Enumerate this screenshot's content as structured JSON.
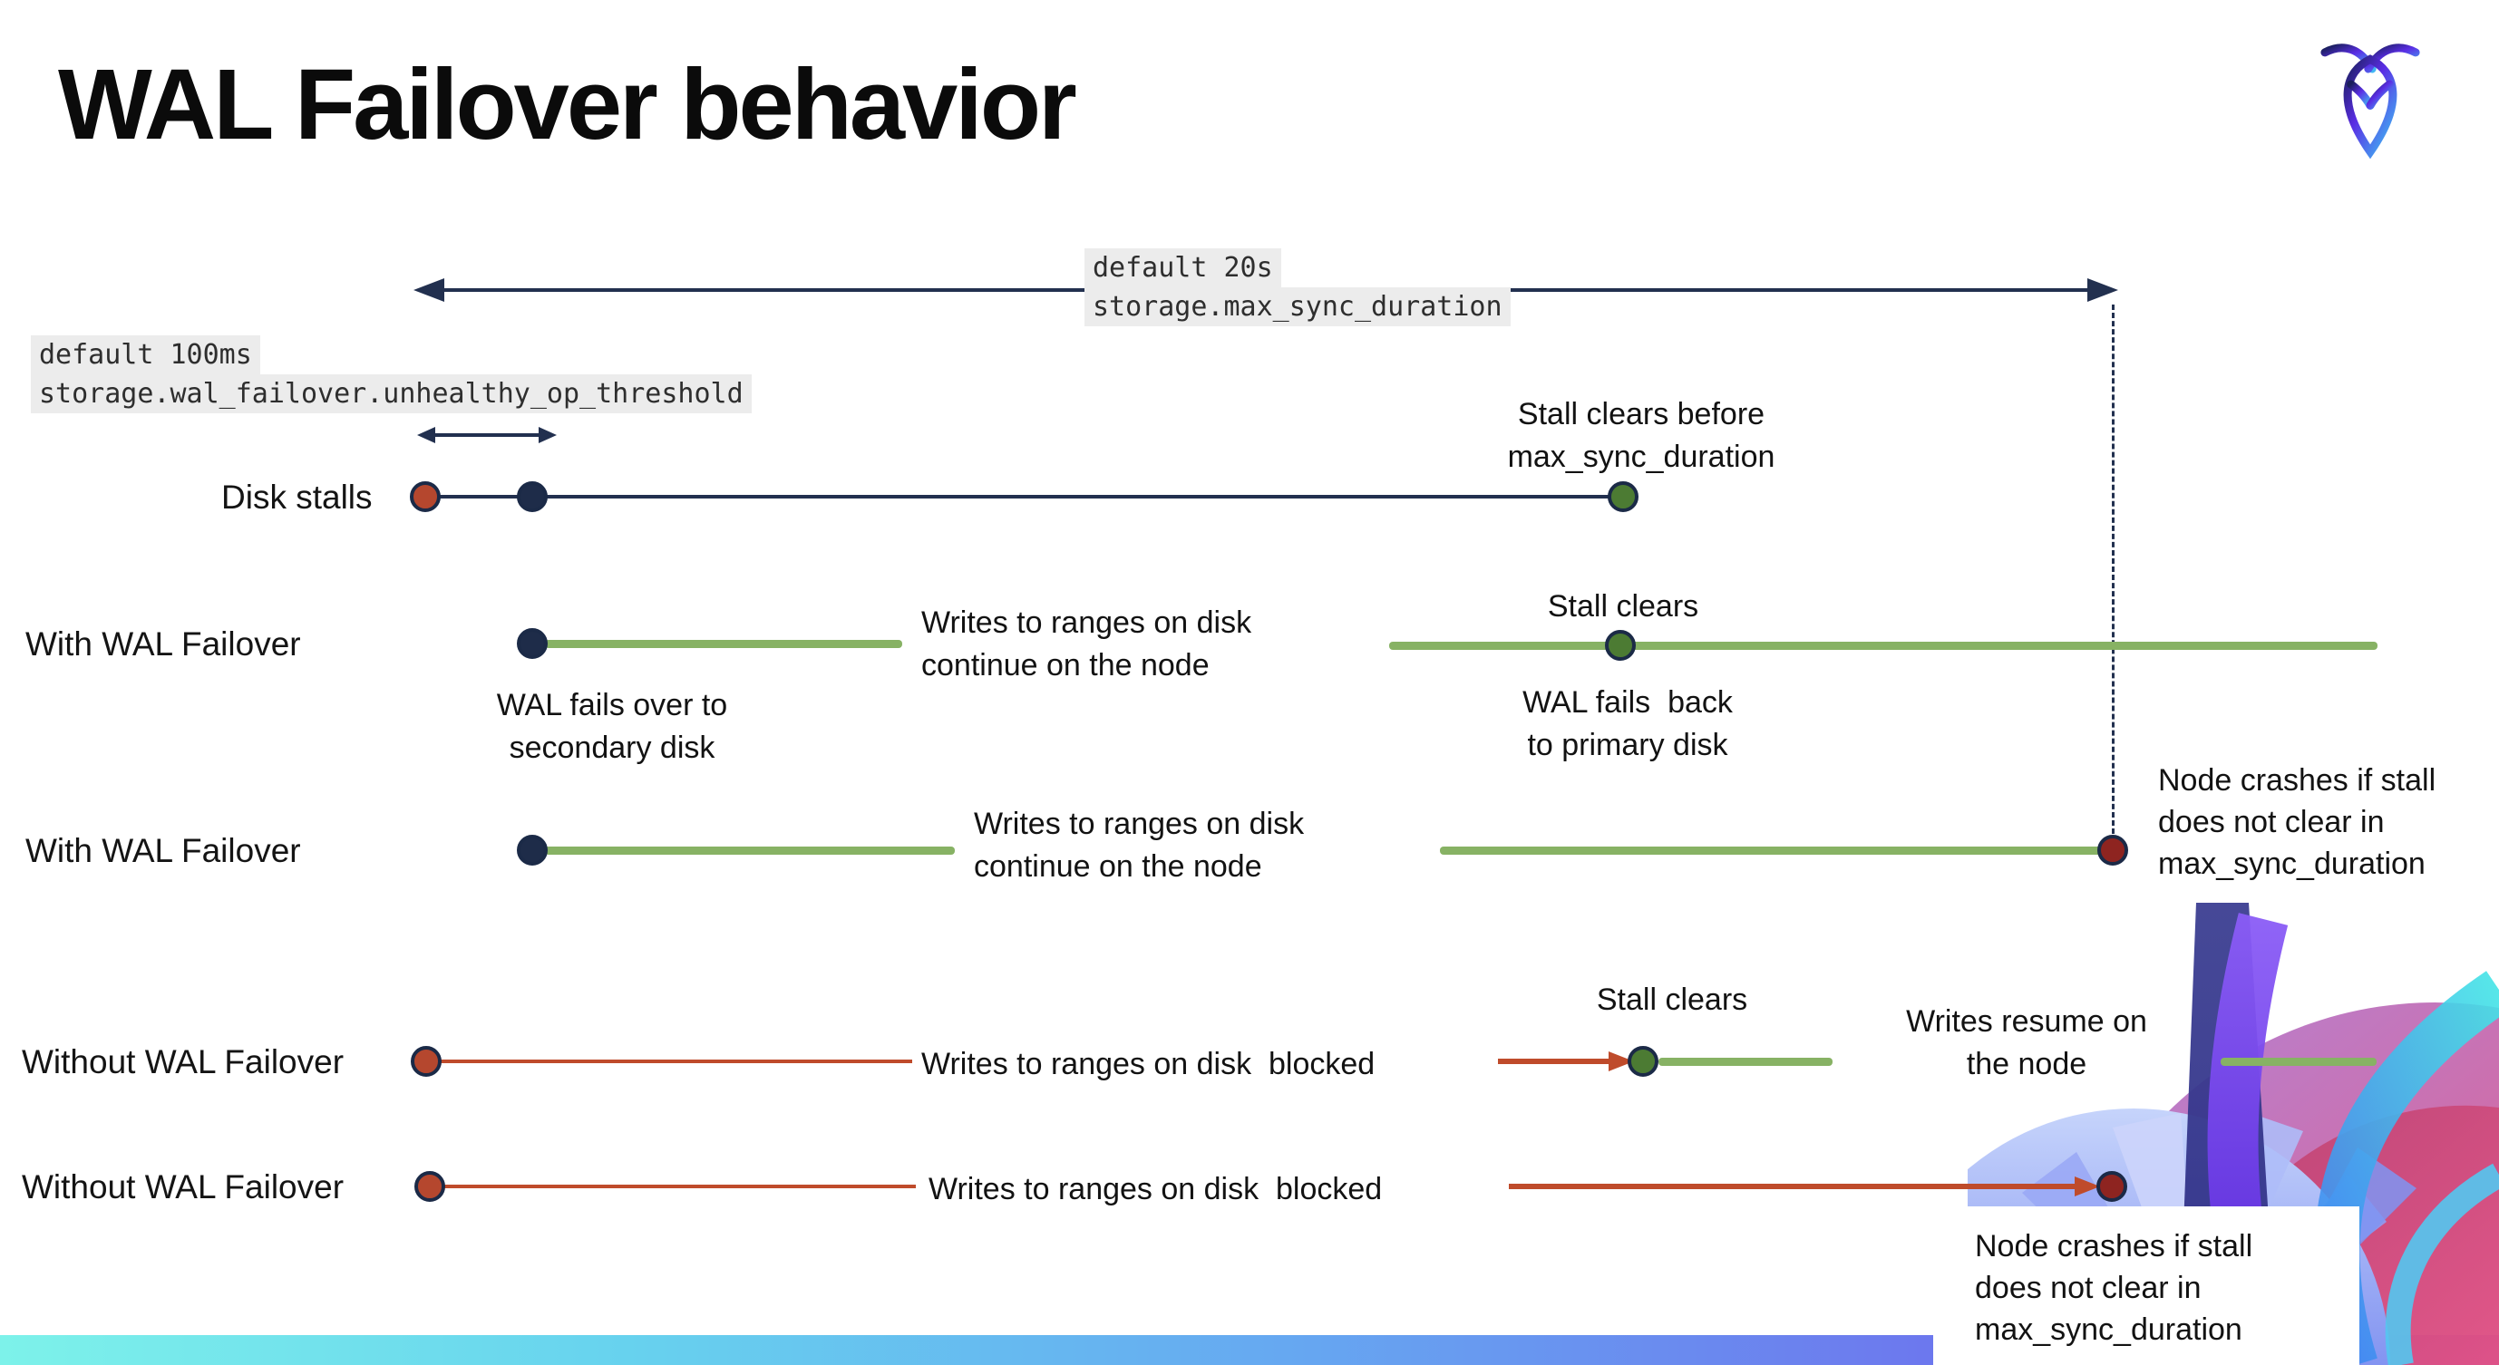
{
  "page": {
    "title": "WAL Failover behavior"
  },
  "logo": {
    "name": "cockroachdb-logo"
  },
  "settings": {
    "max_sync_duration": {
      "default_label": "default 20s",
      "setting_name": "storage.max_sync_duration"
    },
    "unhealthy_op_threshold": {
      "default_label": "default 100ms",
      "setting_name": "storage.wal_failover.unhealthy_op_threshold"
    }
  },
  "rows": {
    "r1": {
      "label": "Disk stalls",
      "stall_note": "Stall clears before\nmax_sync_duration"
    },
    "r2": {
      "label": "With WAL Failover",
      "failover_note": "WAL fails over to\nsecondary disk",
      "writes_note": "Writes to ranges on disk\ncontinue on the node",
      "stall_note": "Stall clears",
      "failback_note": "WAL fails  back\nto primary disk"
    },
    "r3": {
      "label": "With WAL Failover",
      "writes_note": "Writes to ranges on disk\ncontinue on the node",
      "crash_note": "Node crashes if stall\ndoes not clear in\nmax_sync_duration"
    },
    "r4": {
      "label": "Without WAL Failover",
      "writes_note": "Writes to ranges on disk  blocked",
      "stall_note": "Stall clears",
      "resume_note": "Writes resume on\nthe node"
    },
    "r5": {
      "label": "Without WAL Failover",
      "writes_note": "Writes to ranges on disk  blocked",
      "crash_note": "Node crashes if stall\ndoes not clear in\nmax_sync_duration"
    }
  },
  "colors": {
    "navy": "#22304f",
    "green_line": "#87b264",
    "green_dot": "#4c7b33",
    "red_line": "#bf4b2b",
    "red_dot": "#b5472e",
    "dark_red_dot": "#8e2420",
    "dot_border": "#1b2a47",
    "code_highlight_bg": "#ececec",
    "footer_gradient_start": "#7df2ea",
    "footer_gradient_end": "#6b4aee"
  }
}
